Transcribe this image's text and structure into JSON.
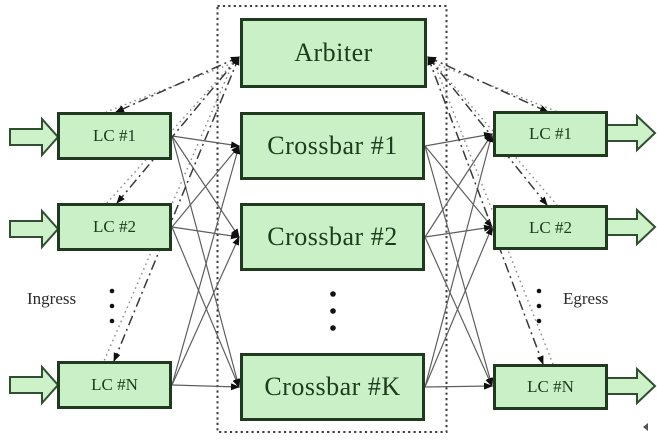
{
  "diagram": {
    "arbiter": {
      "label": "Arbiter"
    },
    "crossbars": [
      {
        "label": "Crossbar #1"
      },
      {
        "label": "Crossbar #2"
      },
      {
        "label": "Crossbar #K"
      }
    ],
    "ingress": {
      "label": "Ingress",
      "line_cards": [
        {
          "label": "LC #1"
        },
        {
          "label": "LC #2"
        },
        {
          "label": "LC #N"
        }
      ]
    },
    "egress": {
      "label": "Egress",
      "line_cards": [
        {
          "label": "LC #1"
        },
        {
          "label": "LC #2"
        },
        {
          "label": "LC #N"
        }
      ]
    },
    "colors": {
      "box_fill": "#c9f0c6",
      "box_border": "#203a20",
      "box_text": "#1d3b1d",
      "data_line": "#5f5f5f",
      "control_line": "#3a3a3a",
      "grant_line": "#8a8a8a",
      "boundary": "#3d3d3d",
      "arrowhead": "#101010"
    }
  }
}
